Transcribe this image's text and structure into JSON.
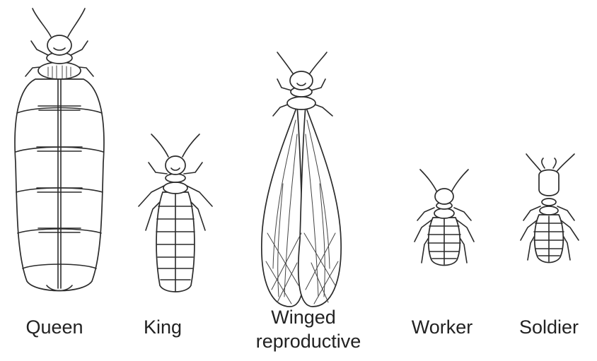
{
  "castes": [
    {
      "id": "queen",
      "label": "Queen"
    },
    {
      "id": "king",
      "label": "King"
    },
    {
      "id": "winged",
      "label_line1": "Winged",
      "label_line2": "reproductive"
    },
    {
      "id": "worker",
      "label": "Worker"
    },
    {
      "id": "soldier",
      "label": "Soldier"
    }
  ],
  "colors": {
    "line": "#2b2b2b",
    "background": "#ffffff",
    "text": "#222222"
  }
}
